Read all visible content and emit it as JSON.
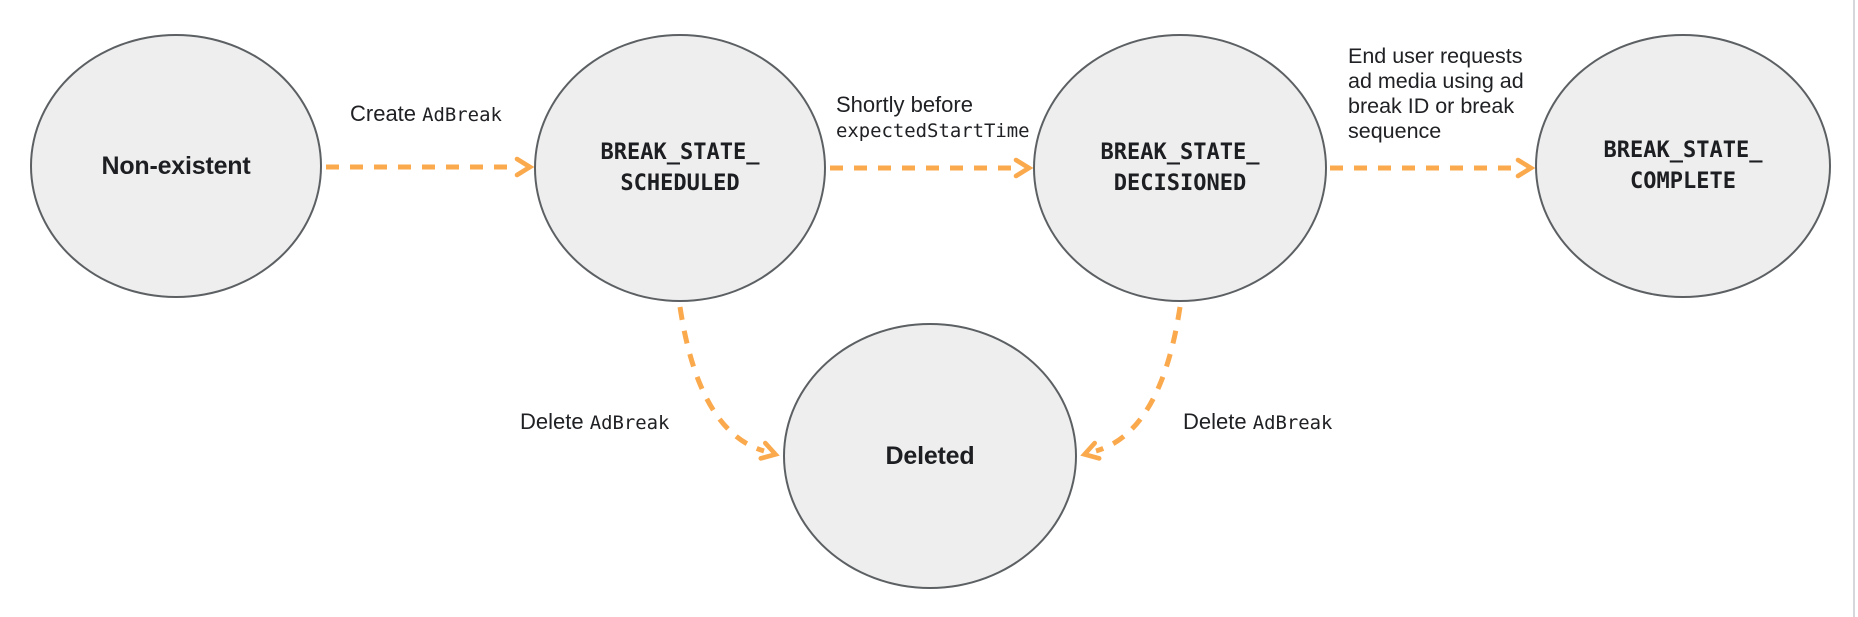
{
  "colors": {
    "arrow_orange": "#faa94d",
    "node_fill": "#eeeeee",
    "node_border": "#5c6063",
    "text": "#202124",
    "page_edge_line": "#d5d7da"
  },
  "nodes": {
    "nonexistent": {
      "label": "Non-existent"
    },
    "scheduled": {
      "line1": "BREAK_STATE_",
      "line2": "SCHEDULED"
    },
    "decisioned": {
      "line1": "BREAK_STATE_",
      "line2": "DECISIONED"
    },
    "complete": {
      "line1": "BREAK_STATE_",
      "line2": "COMPLETE"
    },
    "deleted": {
      "label": "Deleted"
    }
  },
  "edges": {
    "create": {
      "parts": [
        {
          "text": "Create ",
          "mono": false
        },
        {
          "text": "AdBreak",
          "mono": true
        }
      ]
    },
    "shortly": {
      "line1": "Shortly before",
      "line2": "expectedStartTime"
    },
    "enduser": {
      "lines": [
        "End user requests",
        "ad media using ad",
        "break ID or break",
        "sequence"
      ]
    },
    "delete_left": {
      "parts": [
        {
          "text": "Delete ",
          "mono": false
        },
        {
          "text": "AdBreak",
          "mono": true
        }
      ]
    },
    "delete_right": {
      "parts": [
        {
          "text": "Delete ",
          "mono": false
        },
        {
          "text": "AdBreak",
          "mono": true
        }
      ]
    }
  }
}
